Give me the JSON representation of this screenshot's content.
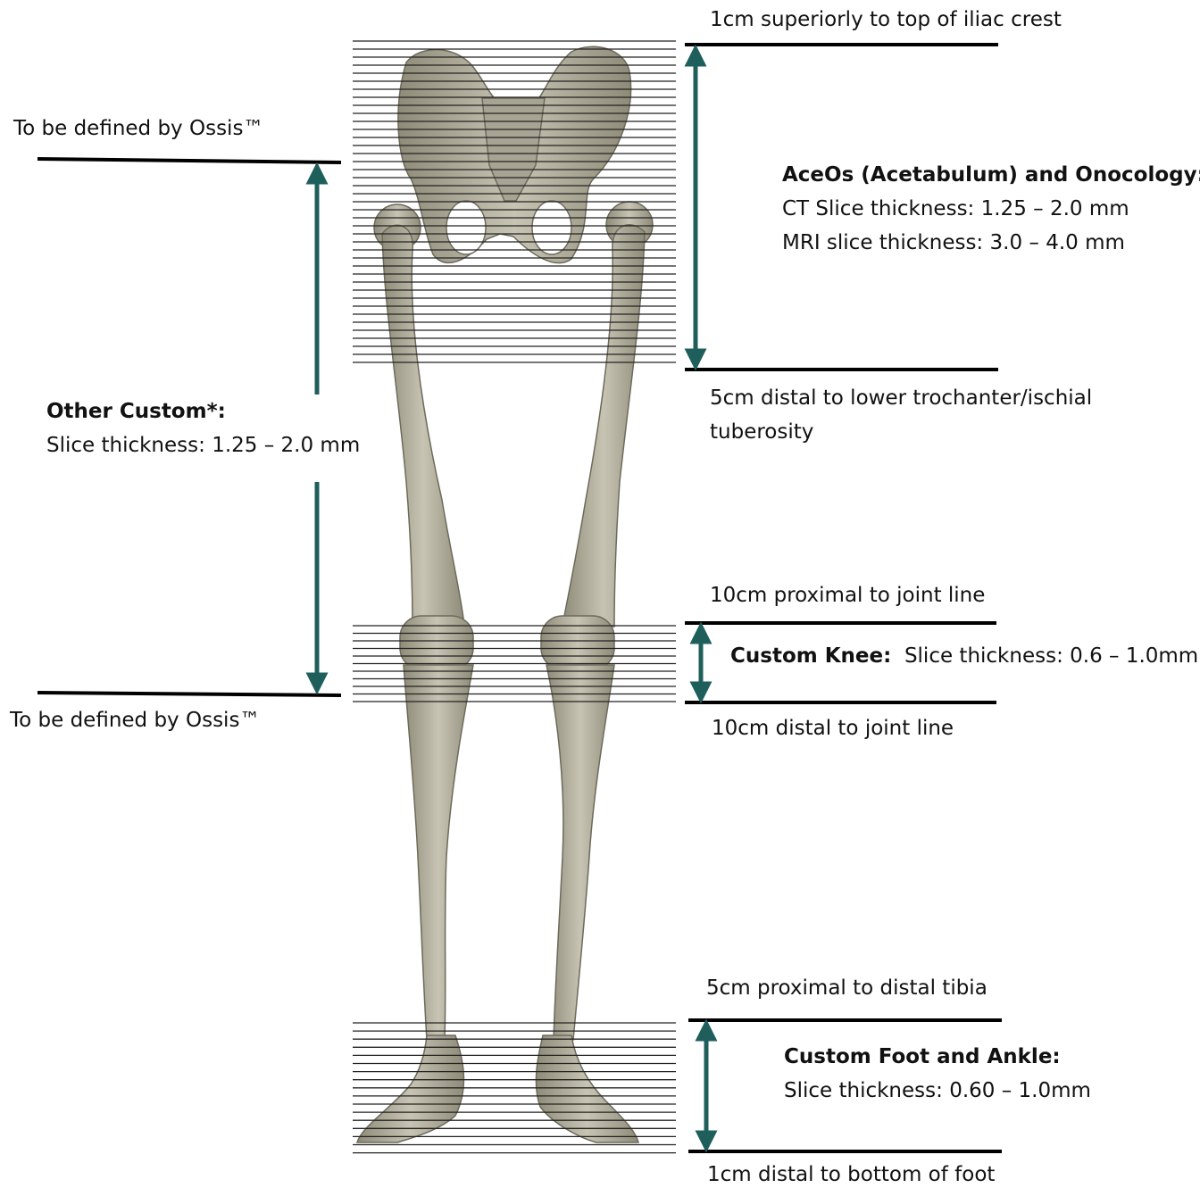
{
  "top": {
    "iliac": "1cm superiorly to top of iliac crest",
    "trochanter_line1": "5cm distal to lower trochanter/ischial",
    "trochanter_line2": "tuberosity"
  },
  "aceos": {
    "title": "AceOs (Acetabulum) and Onocology:",
    "ct": "CT Slice thickness: 1.25 – 2.0 mm",
    "mri": "MRI slice thickness: 3.0 – 4.0 mm"
  },
  "other": {
    "defined_top": "To be defined by Ossis™",
    "title": "Other Custom*:",
    "thickness": "Slice thickness: 1.25 – 2.0 mm",
    "defined_bottom": "To be defined by Ossis™"
  },
  "knee": {
    "proximal": "10cm proximal to joint line",
    "title": "Custom Knee:",
    "thickness": "Slice thickness: 0.6 – 1.0mm",
    "distal": "10cm distal to joint line"
  },
  "foot": {
    "proximal": "5cm proximal to distal tibia",
    "title": "Custom Foot and Ankle:",
    "thickness": "Slice thickness: 0.60 – 1.0mm",
    "distal": "1cm distal to bottom of foot"
  },
  "colors": {
    "arrow": "#1f5f5b",
    "bone": "#bdb9a8",
    "bone_shade": "#8f8b79",
    "rule": "#000000",
    "slice": "#222222"
  },
  "icons": [
    "skeleton-lower-body-illustration"
  ]
}
